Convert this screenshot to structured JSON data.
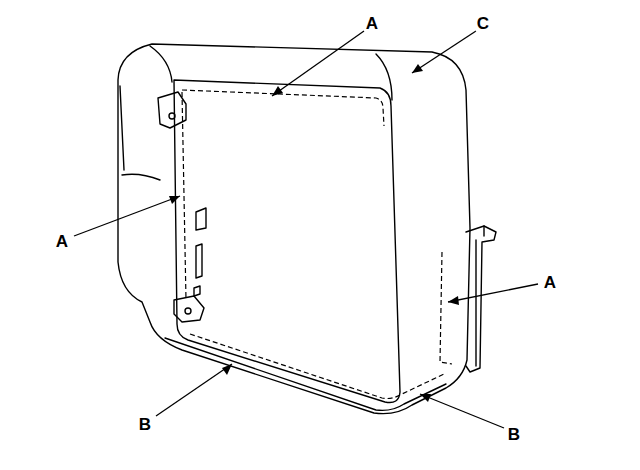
{
  "diagram": {
    "labels": [
      "A",
      "C",
      "A",
      "A",
      "B",
      "B"
    ]
  }
}
